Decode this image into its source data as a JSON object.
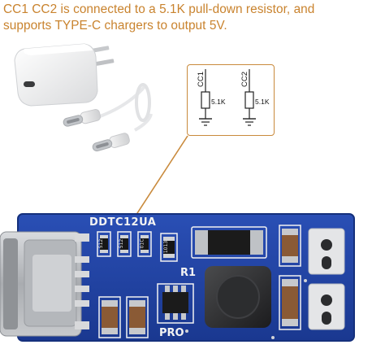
{
  "caption": {
    "line1": "CC1 CC2 is connected to a 5.1K pull-down resistor, and",
    "line2": "supports TYPE-C chargers to output 5V."
  },
  "schematic": {
    "cc1_label": "CC1",
    "cc2_label": "CC2",
    "r1_value": "5.1K",
    "r2_value": "5.1K"
  },
  "board": {
    "model_label": "DDTC12UA",
    "r1_label": "R1",
    "pro_label": "PRO",
    "res_codes": [
      "512",
      "512",
      "01C",
      "1013"
    ]
  },
  "colors": {
    "caption": "#c9832e",
    "callout_border": "#c98a3c",
    "pcb": "#1e3f9f",
    "usb_metal": "#b9bcc0"
  }
}
